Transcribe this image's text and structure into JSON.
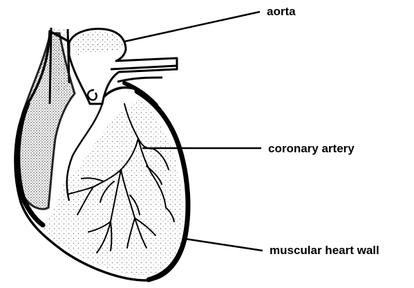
{
  "labels": {
    "aorta": "aorta",
    "coronary_artery": "coronary artery",
    "muscular_heart_wall": "muscular heart wall"
  },
  "colors": {
    "ink": "#000000",
    "paper": "#ffffff"
  }
}
